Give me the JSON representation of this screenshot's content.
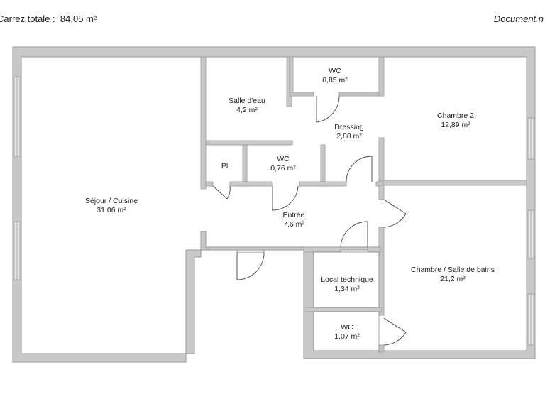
{
  "header": {
    "surface_label": "Carrez totale :",
    "surface_value": "84,05 m²",
    "document_note": "Document n"
  },
  "rooms": [
    {
      "name": "Séjour / Cuisine",
      "area": "31,06 m²"
    },
    {
      "name": "Salle d'eau",
      "area": "4,2 m²"
    },
    {
      "name": "WC",
      "area": "0,85 m²"
    },
    {
      "name": "Dressing",
      "area": "2,88 m²"
    },
    {
      "name": "Chambre 2",
      "area": "12,89 m²"
    },
    {
      "name": "Pl.",
      "area": ""
    },
    {
      "name": "WC",
      "area": "0,76 m²"
    },
    {
      "name": "Entrée",
      "area": "7,6 m²"
    },
    {
      "name": "Local technique",
      "area": "1,34 m²"
    },
    {
      "name": "Chambre / Salle de bains",
      "area": "21,2 m²"
    },
    {
      "name": "WC",
      "area": "1,07 m²"
    }
  ],
  "colors": {
    "wall": "#c8c8c8",
    "wall_edge": "#9a9a9a",
    "door": "#444444",
    "window": "#e6e6e6"
  }
}
